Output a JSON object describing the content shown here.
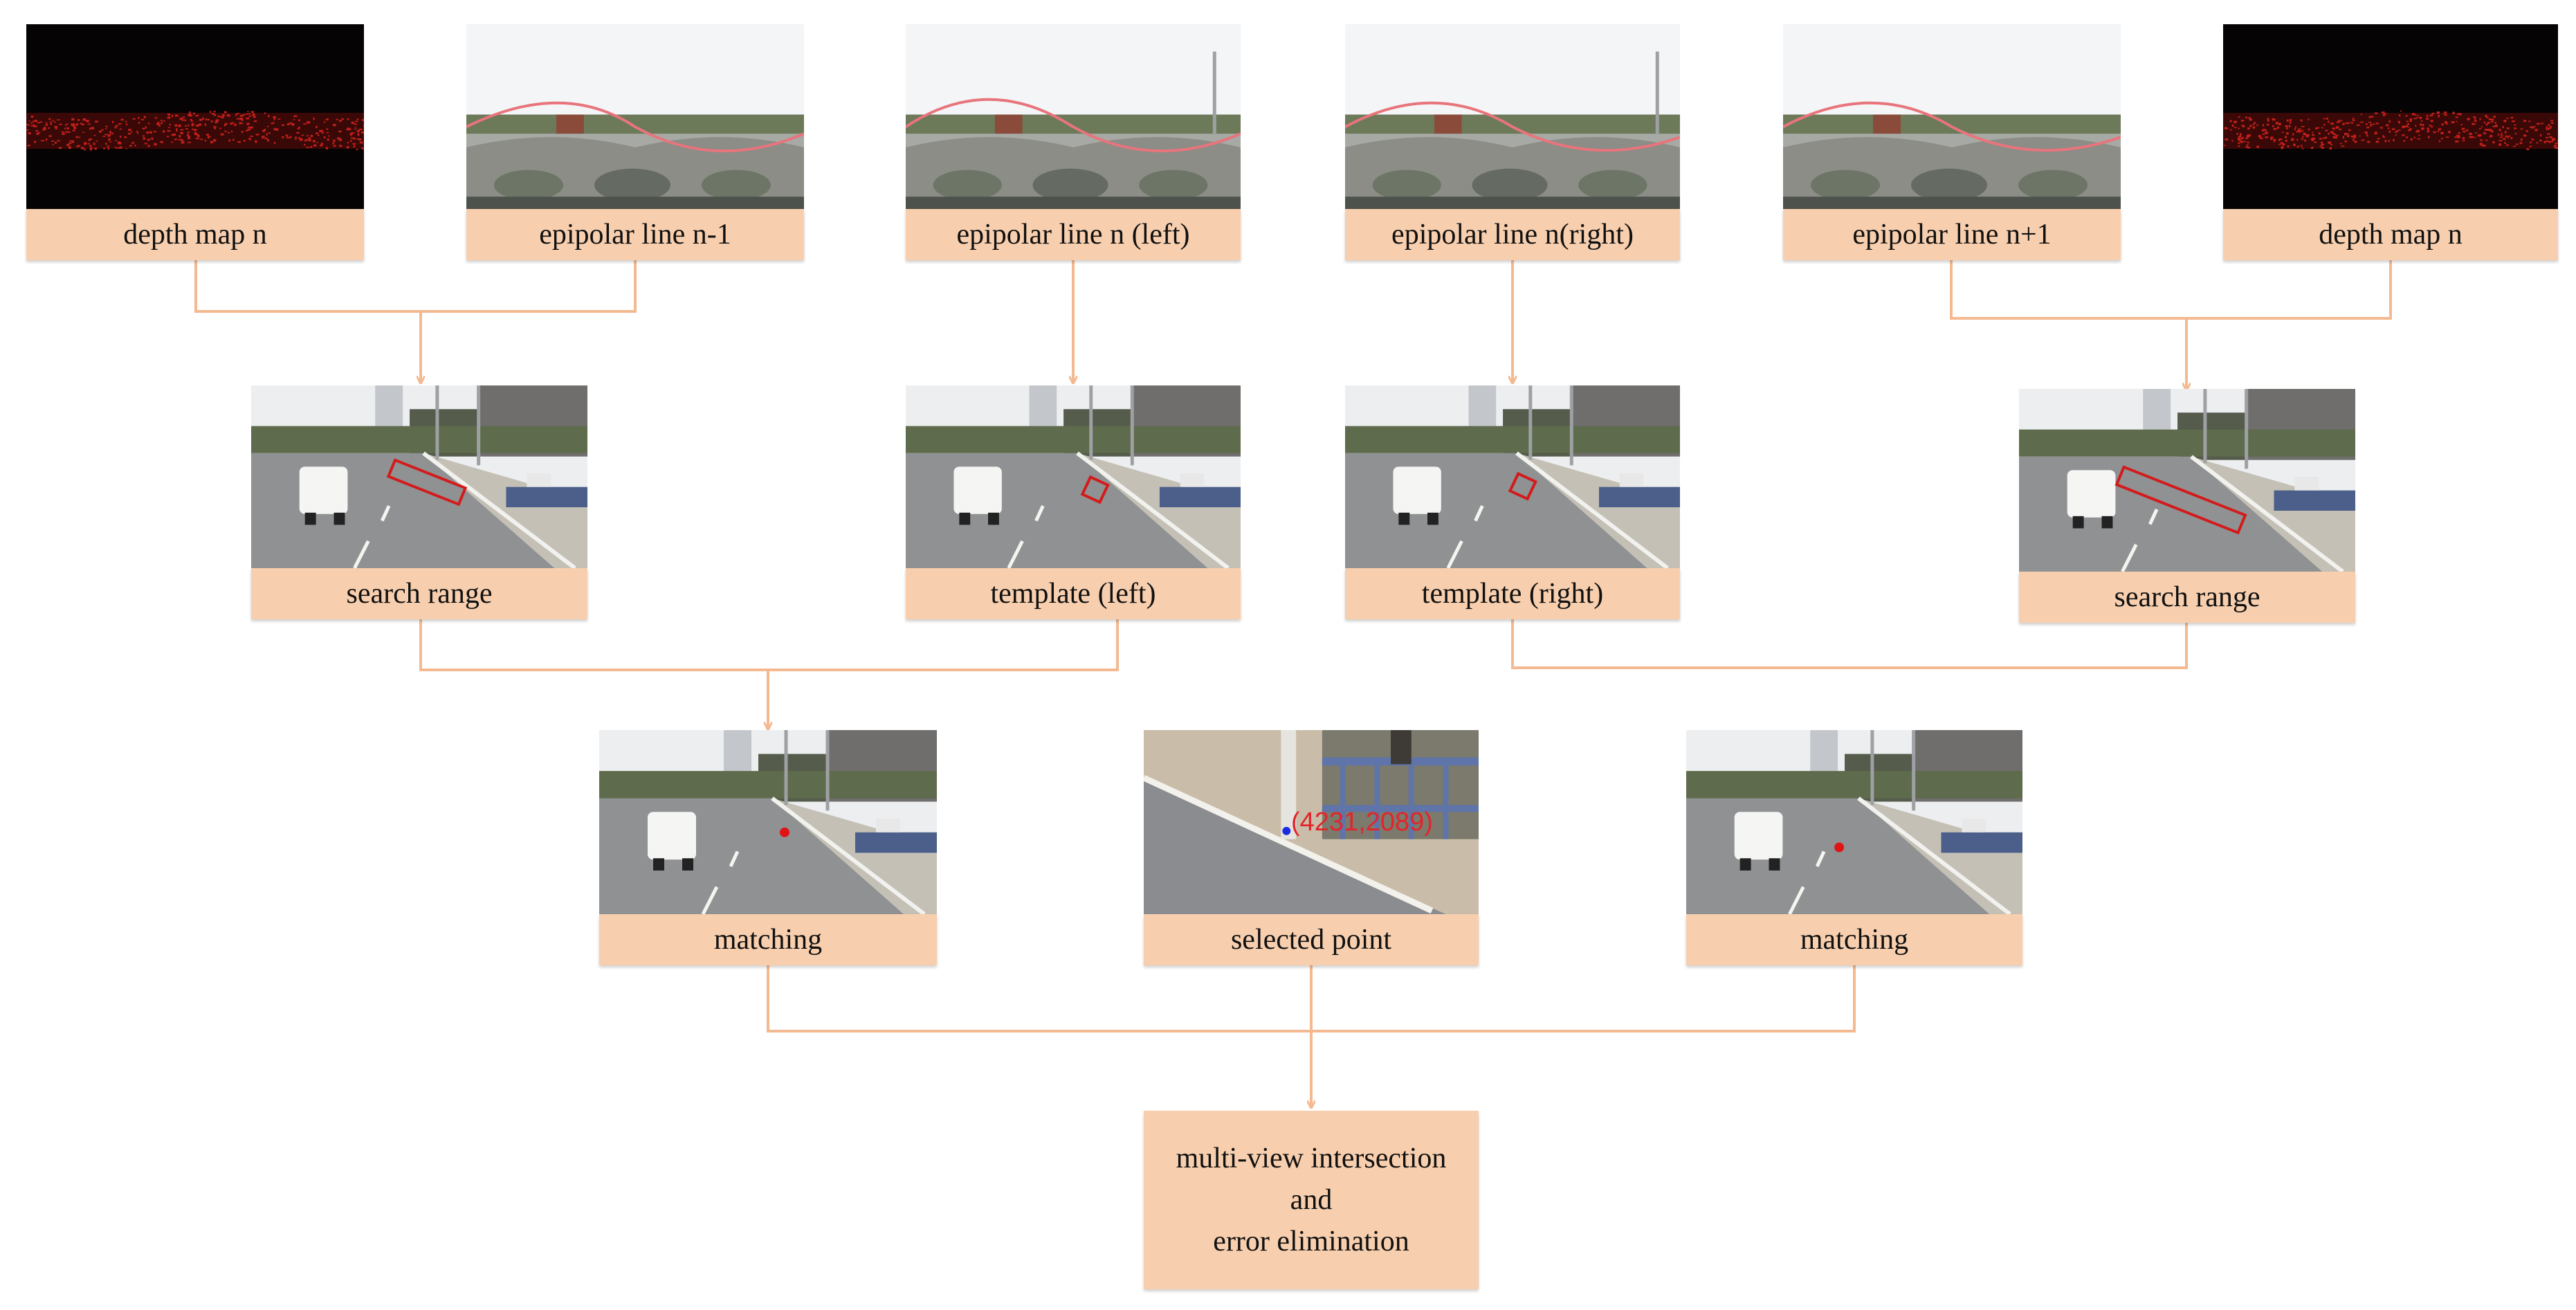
{
  "colors": {
    "label_fill": "#f8cfae",
    "connector": "#f4b990",
    "depth_points": "#c4201b",
    "epipolar_curve": "#e8747c",
    "template_box": "#d41a1a",
    "match_dot": "#e01414",
    "selected_dot": "#1a2ce0"
  },
  "row1": {
    "depth_left_label": "depth map n",
    "epi_n_minus_1_label": "epipolar line  n-1",
    "epi_n_left_label": "epipolar line n (left)",
    "epi_n_right_label": "epipolar line n(right)",
    "epi_n_plus_1_label": "epipolar line  n+1",
    "depth_right_label": "depth map n"
  },
  "row2": {
    "search_left_label": "search range",
    "template_left_label": "template (left)",
    "template_right_label": "template (right)",
    "search_right_label": "search range"
  },
  "row3": {
    "match_left_label": "matching",
    "selected_label": "selected point",
    "selected_coord": "(4231,2089)",
    "match_right_label": "matching"
  },
  "final": {
    "line1": "multi-view intersection",
    "line2": "and",
    "line3": "error elimination"
  }
}
